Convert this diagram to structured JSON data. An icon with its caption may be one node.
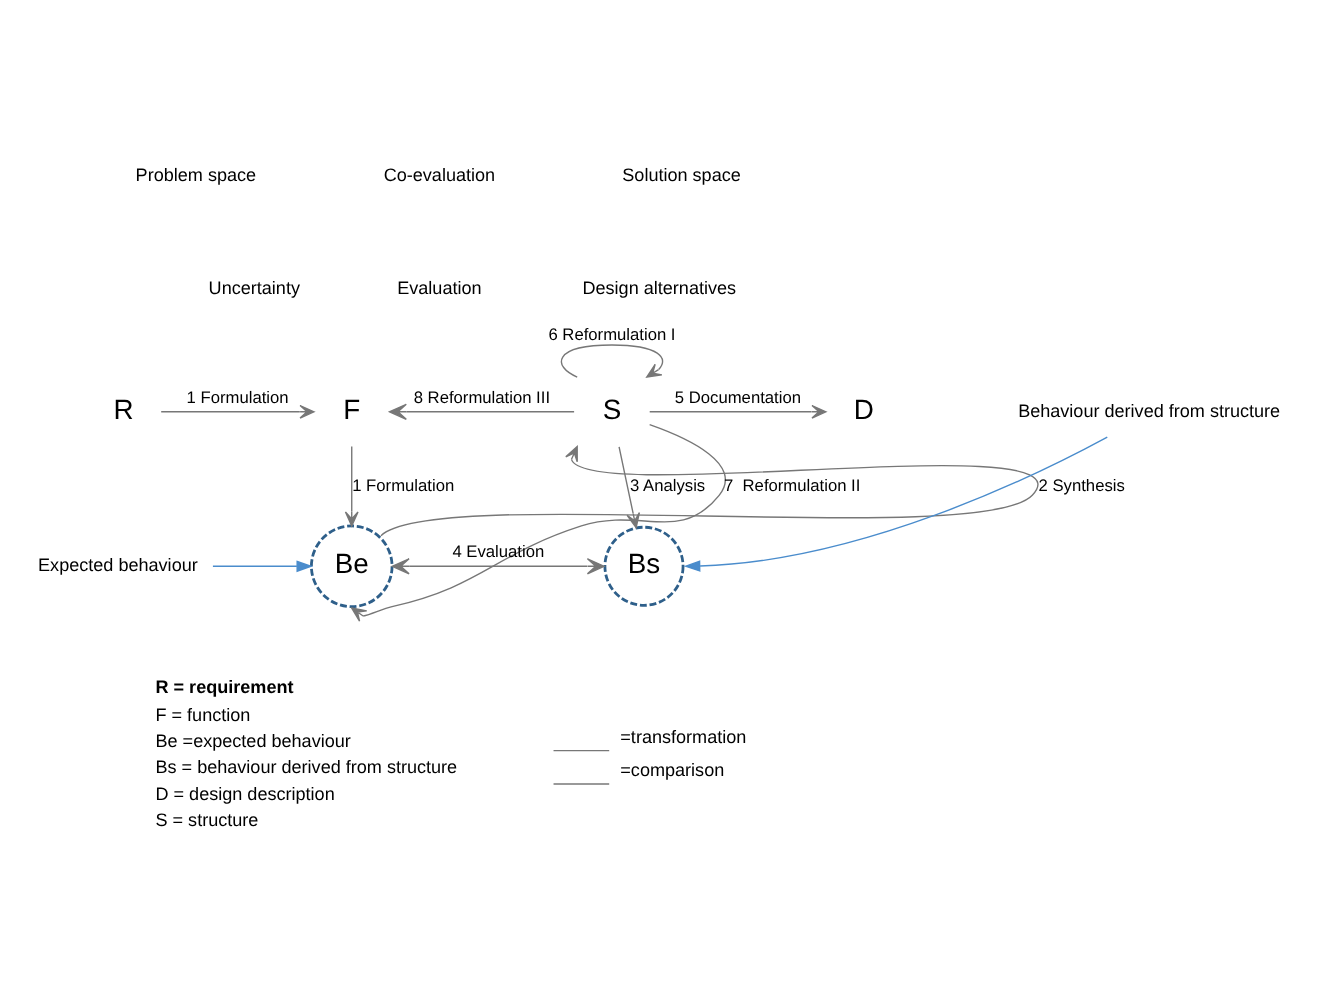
{
  "diagram": {
    "nodes": [
      {
        "text": [
          "R"
        ]
      },
      {
        "text": [
          "F"
        ]
      },
      {
        "text": [
          "S"
        ]
      },
      {
        "text": [
          "D"
        ]
      },
      {
        "text": [
          "Be"
        ]
      },
      {
        "text": [
          "Bs"
        ]
      },
      {
        "text": [
          "Expected behaviour"
        ]
      },
      {
        "text": [
          "Behaviour derived from structure"
        ]
      }
    ],
    "edges": [
      {
        "from": 0,
        "to": 1,
        "arrow": "to",
        "label": "1 Formulation"
      },
      {
        "from": 1,
        "to": 4,
        "arrow": "to",
        "label": "1 Formulation"
      },
      {
        "from": 4,
        "to": 2,
        "arrow": "to",
        "label": "2 Synthesis"
      },
      {
        "from": 2,
        "to": 5,
        "arrow": "to",
        "label": "3 Analysis"
      },
      {
        "from": 4,
        "to": 5,
        "arrow": "both",
        "label": "4 Evaluation"
      },
      {
        "from": 2,
        "to": 3,
        "arrow": "to",
        "label": "5 Documentation"
      },
      {
        "from": 2,
        "to": 2,
        "arrow": "to",
        "label": "6 Reformulation I"
      },
      {
        "from": 2,
        "to": 4,
        "arrow": "to",
        "label": "7  Reformulation II"
      },
      {
        "from": 2,
        "to": 1,
        "arrow": "to",
        "label": "8 Reformulation III"
      },
      {
        "from": 6,
        "to": 4,
        "arrow": "to",
        "color": "#4a8ccc"
      },
      {
        "from": 7,
        "to": 5,
        "arrow": "to",
        "color": "#4a8ccc"
      }
    ],
    "labels": [
      "Problem space",
      "Co-evaluation",
      "Solution space",
      "Uncertainty",
      "Evaluation",
      "Design alternatives",
      "R = requirement",
      "F = function",
      "Be =expected behaviour",
      "Bs = behaviour derived from structure",
      "D = design description",
      "S = structure"
    ],
    "legend": [
      {
        "text": "=transformation"
      },
      {
        "text": "=comparison"
      }
    ]
  }
}
